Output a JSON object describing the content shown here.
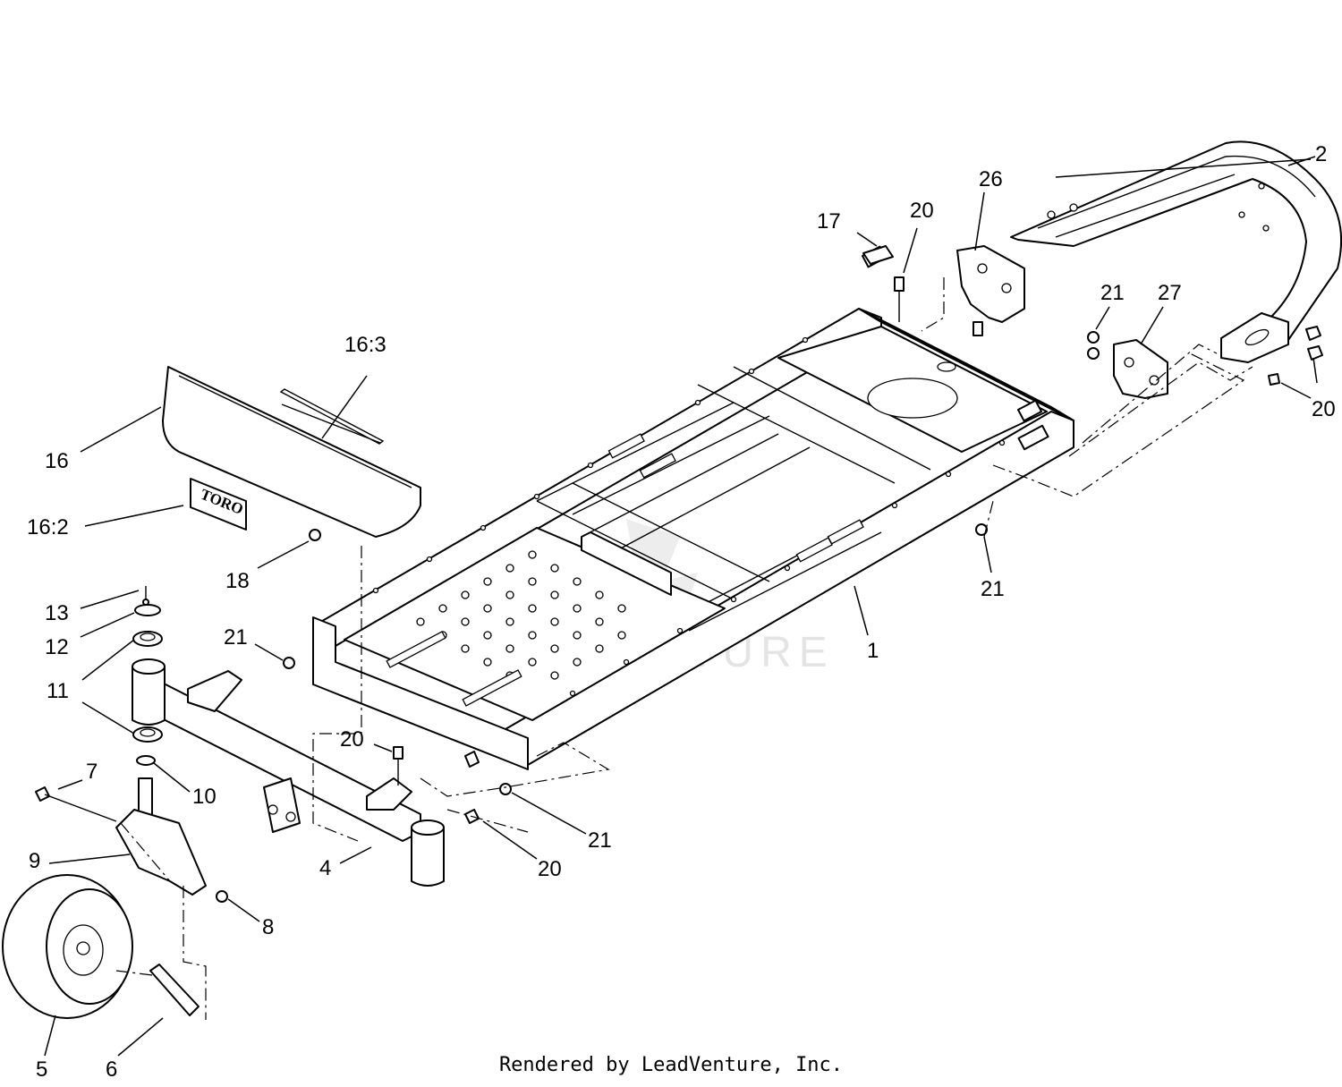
{
  "diagram": {
    "callouts": [
      {
        "id": "1",
        "text": "1"
      },
      {
        "id": "2",
        "text": "2"
      },
      {
        "id": "4",
        "text": "4"
      },
      {
        "id": "5",
        "text": "5"
      },
      {
        "id": "6",
        "text": "6"
      },
      {
        "id": "7",
        "text": "7"
      },
      {
        "id": "8",
        "text": "8"
      },
      {
        "id": "9",
        "text": "9"
      },
      {
        "id": "10",
        "text": "10"
      },
      {
        "id": "11",
        "text": "11"
      },
      {
        "id": "12",
        "text": "12"
      },
      {
        "id": "13",
        "text": "13"
      },
      {
        "id": "16",
        "text": "16"
      },
      {
        "id": "16:2",
        "text": "16:2"
      },
      {
        "id": "16:3",
        "text": "16:3"
      },
      {
        "id": "17",
        "text": "17"
      },
      {
        "id": "18",
        "text": "18"
      },
      {
        "id": "20-a",
        "text": "20"
      },
      {
        "id": "20-b",
        "text": "20"
      },
      {
        "id": "20-c",
        "text": "20"
      },
      {
        "id": "20-d",
        "text": "20"
      },
      {
        "id": "21-a",
        "text": "21"
      },
      {
        "id": "21-b",
        "text": "21"
      },
      {
        "id": "21-c",
        "text": "21"
      },
      {
        "id": "21-d",
        "text": "21"
      },
      {
        "id": "26",
        "text": "26"
      },
      {
        "id": "27",
        "text": "27"
      }
    ],
    "decal_logo_text": "TORO",
    "watermark_text": "LEADVENTURE"
  },
  "footer": {
    "credit": "Rendered by LeadVenture, Inc."
  }
}
